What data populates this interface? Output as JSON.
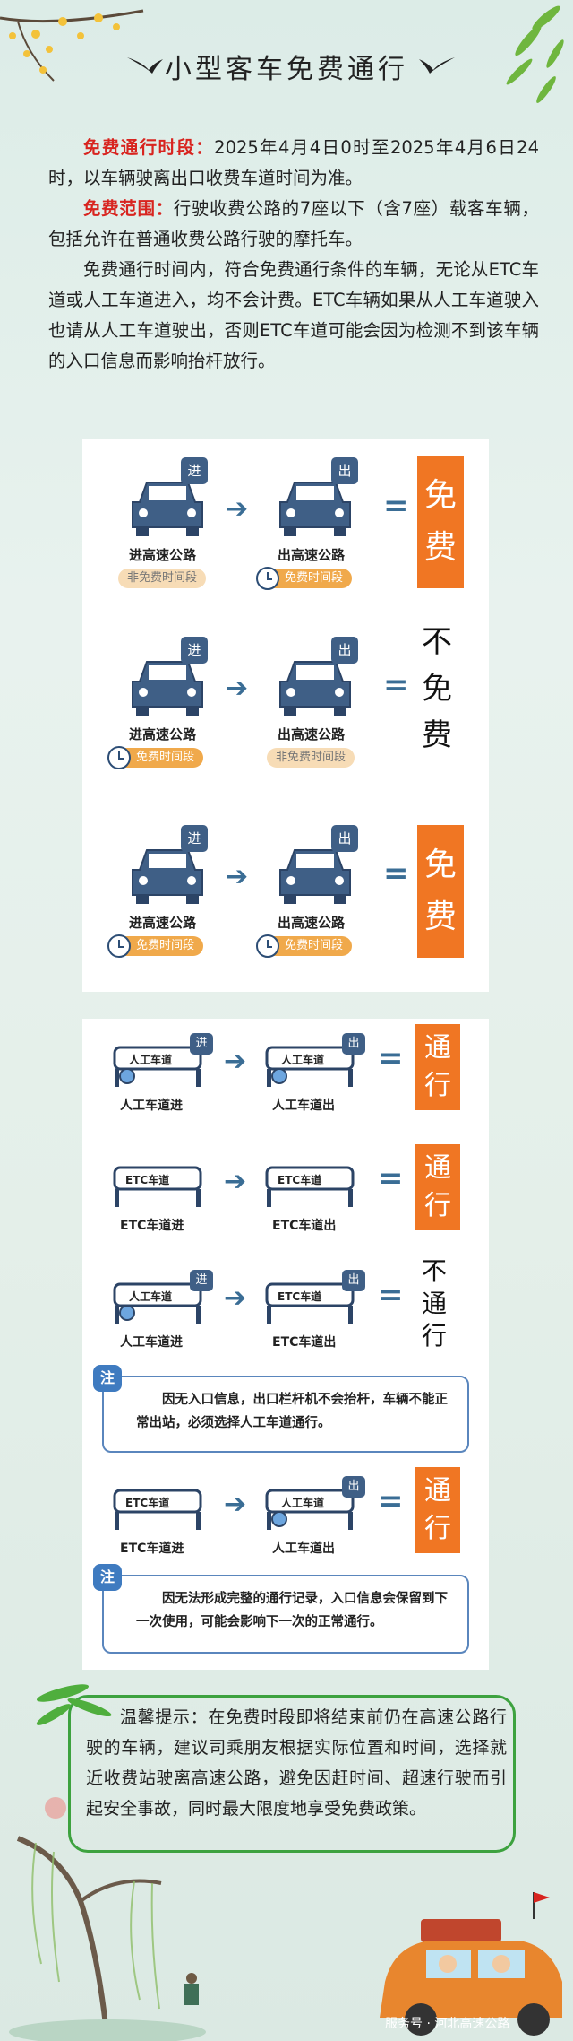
{
  "title": "小型客车免费通行",
  "intro": {
    "time_label": "免费通行时段：",
    "time_text": "2025年4月4日0时至2025年4月6日24时，以车辆驶离出口收费车道时间为准。",
    "scope_label": "免费范围：",
    "scope_text": "行驶收费公路的7座以下（含7座）载客车辆，包括允许在普通收费公路行驶的摩托车。",
    "para3": "免费通行时间内，符合免费通行条件的车辆，无论从ETC车道或人工车道进入，均不会计费。ETC车辆如果从人工车道驶入也请从人工车道驶出，否则ETC车道可能会因为检测不到该车辆的入口信息而影响抬杆放行。"
  },
  "panel1": {
    "enter_badge": "进",
    "exit_badge": "出",
    "enter_label": "进高速公路",
    "exit_label": "出高速公路",
    "rows": [
      {
        "enter_pill": "非免费时间段",
        "exit_pill": "免费时间段",
        "result": "免费"
      },
      {
        "enter_pill": "免费时间段",
        "exit_pill": "非免费时间段",
        "result": "不免费"
      },
      {
        "enter_pill": "免费时间段",
        "exit_pill": "免费时间段",
        "result": "免费"
      }
    ]
  },
  "panel2": {
    "enter_badge": "进",
    "exit_badge": "出",
    "manual": "人工车道",
    "etc": "ETC车道",
    "rows": [
      {
        "enter_label": "人工车道进",
        "exit_label": "人工车道出",
        "result": "通行"
      },
      {
        "enter_label": "ETC车道进",
        "exit_label": "ETC车道出",
        "result": "通行"
      },
      {
        "enter_label": "人工车道进",
        "exit_label": "ETC车道出",
        "result": "不通行"
      },
      {
        "enter_label": "ETC车道进",
        "exit_label": "人工车道出",
        "result": "通行"
      }
    ],
    "note_tag": "注",
    "note1": "因无入口信息，出口栏杆机不会抬杆，车辆不能正常出站，必须选择人工车道通行。",
    "note2": "因无法形成完整的通行记录，入口信息会保留到下一次使用，可能会影响下一次的正常通行。"
  },
  "tip": "温馨提示：在免费时段即将结束前仍在高速公路行驶的车辆，建议司乘朋友根据实际位置和时间，选择就近收费站驶离高速公路，避免因赶时间、超速行驶而引起安全事故，同时最大限度地享受免费政策。",
  "footer": "服务号 · 河北高速公路"
}
